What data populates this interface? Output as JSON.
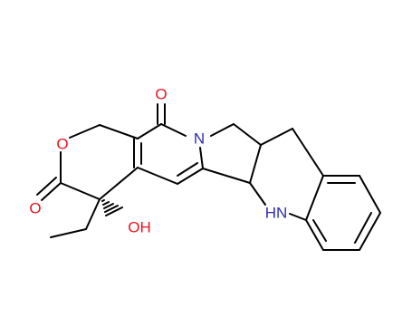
{
  "molecule": {
    "atoms": {
      "o_carbonyl_top": {
        "text": "O",
        "color": "#e8141e"
      },
      "o_ring": {
        "text": "O",
        "color": "#e8141e"
      },
      "o_carbonyl_left": {
        "text": "O",
        "color": "#e8141e"
      },
      "n_ring": {
        "text": "N",
        "color": "#2c2cb4"
      },
      "nh": {
        "text": "HN",
        "color": "#2c2cb4"
      },
      "oh": {
        "text": "OH",
        "color": "#e8141e"
      }
    },
    "colors": {
      "bond": "#000000",
      "oxygen": "#e8141e",
      "nitrogen": "#2c2cb4"
    }
  }
}
